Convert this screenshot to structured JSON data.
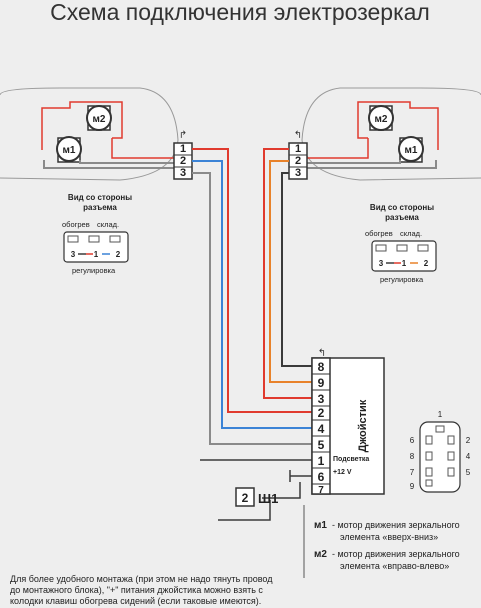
{
  "title": "Схема подключения электрозеркал",
  "left_mirror": {
    "motor1": "м1",
    "motor2": "м2",
    "pins": [
      "3",
      "2",
      "1"
    ]
  },
  "right_mirror": {
    "motor1": "м1",
    "motor2": "м2",
    "pins": [
      "3",
      "2",
      "1"
    ]
  },
  "connector_view": {
    "heading_line1": "Вид со стороны",
    "heading_line2": "разъема",
    "heating": "обогрев",
    "folding": "склад.",
    "pins": [
      "3",
      "1",
      "2"
    ],
    "adjustment": "регулировка"
  },
  "joystick": {
    "label": "Джойстик",
    "backlight": "Подсветка",
    "plus12": "+12 V",
    "pins": [
      "8",
      "9",
      "3",
      "2",
      "4",
      "5",
      "1",
      "6",
      "7"
    ]
  },
  "plug_sh1": {
    "pin": "2",
    "name": "Ш1"
  },
  "joystick_pinout": {
    "top": "1",
    "left": [
      "6",
      "8",
      "9"
    ],
    "right": [
      "2",
      "4",
      "5"
    ],
    "left_bottom": "7"
  },
  "legend": [
    {
      "key": "м1",
      "text_line1": "- мотор движения зеркального",
      "text_line2": "элемента «вверх-вниз»"
    },
    {
      "key": "м2",
      "text_line1": "- мотор движения зеркального",
      "text_line2": "элемента «вправо-влево»"
    }
  ],
  "note_lines": [
    "Для более удобного монтажа (при этом не надо тянуть провод",
    "до монтажного блока), \"+\" питания джойстика можно взять с",
    "колодки клавиш обогрева сидений (если таковые имеются)."
  ],
  "colors": {
    "red": "#e03a2e",
    "blue": "#3b83d6",
    "orange": "#e8822a",
    "gray": "#8a8a8a",
    "dark": "#3a3a3a"
  }
}
